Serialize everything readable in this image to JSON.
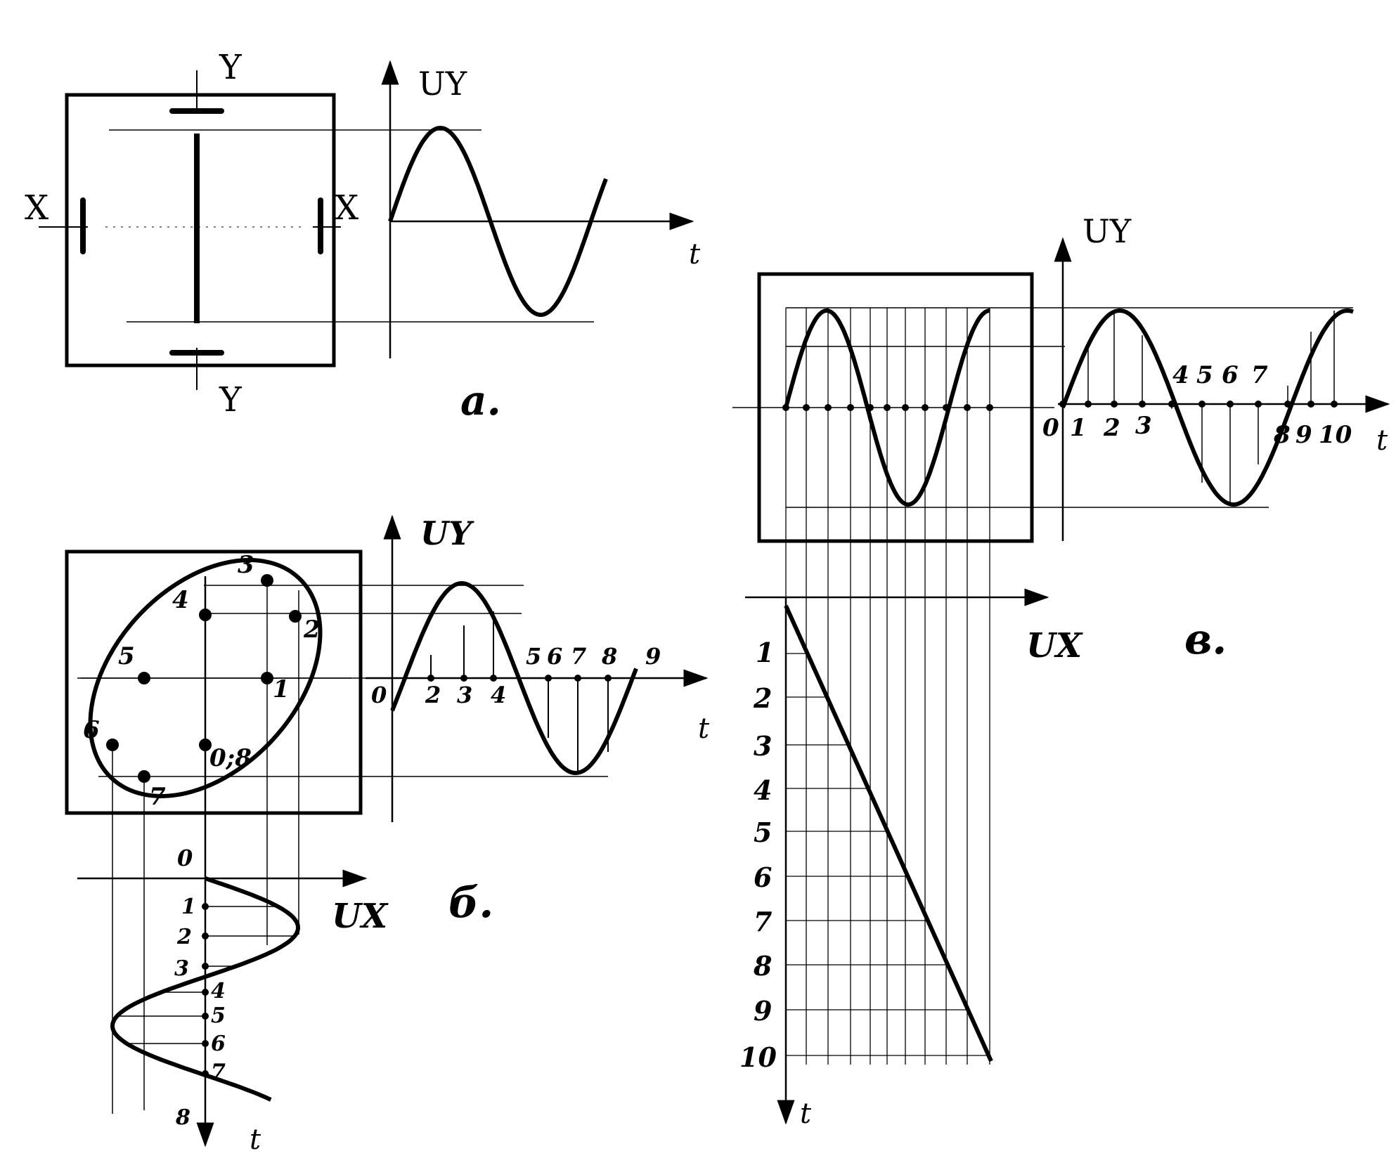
{
  "panel_a": {
    "plate_y_top": "Y",
    "plate_y_bottom": "Y",
    "plate_x_left": "X",
    "plate_x_right": "X",
    "axis_label_uy": "UY",
    "axis_label_t": "t",
    "caption": "а."
  },
  "panel_b": {
    "axis_label_uy": "UY",
    "axis_label_t_top": "t",
    "axis_label_ux": "UX",
    "axis_label_t_bottom": "t",
    "caption": "б.",
    "ellipse_points": [
      "3",
      "4",
      "2",
      "5",
      "1",
      "6",
      "0;8",
      "7"
    ],
    "uy_ticks": [
      "0",
      "2",
      "3",
      "4",
      "5",
      "6",
      "7",
      "8",
      "9"
    ],
    "ux_ticks": [
      "0",
      "1",
      "2",
      "3",
      "4",
      "5",
      "6",
      "7",
      "8"
    ]
  },
  "panel_v": {
    "axis_label_uy": "UY",
    "axis_label_t_right": "t",
    "axis_label_ux": "UX",
    "axis_label_t_bottom": "t",
    "caption": "в.",
    "uy_ticks": [
      "0",
      "1",
      "2",
      "3",
      "4",
      "5",
      "6",
      "7",
      "8",
      "9",
      "10"
    ],
    "ramp_ticks": [
      "1",
      "2",
      "3",
      "4",
      "5",
      "6",
      "7",
      "8",
      "9",
      "10"
    ]
  }
}
